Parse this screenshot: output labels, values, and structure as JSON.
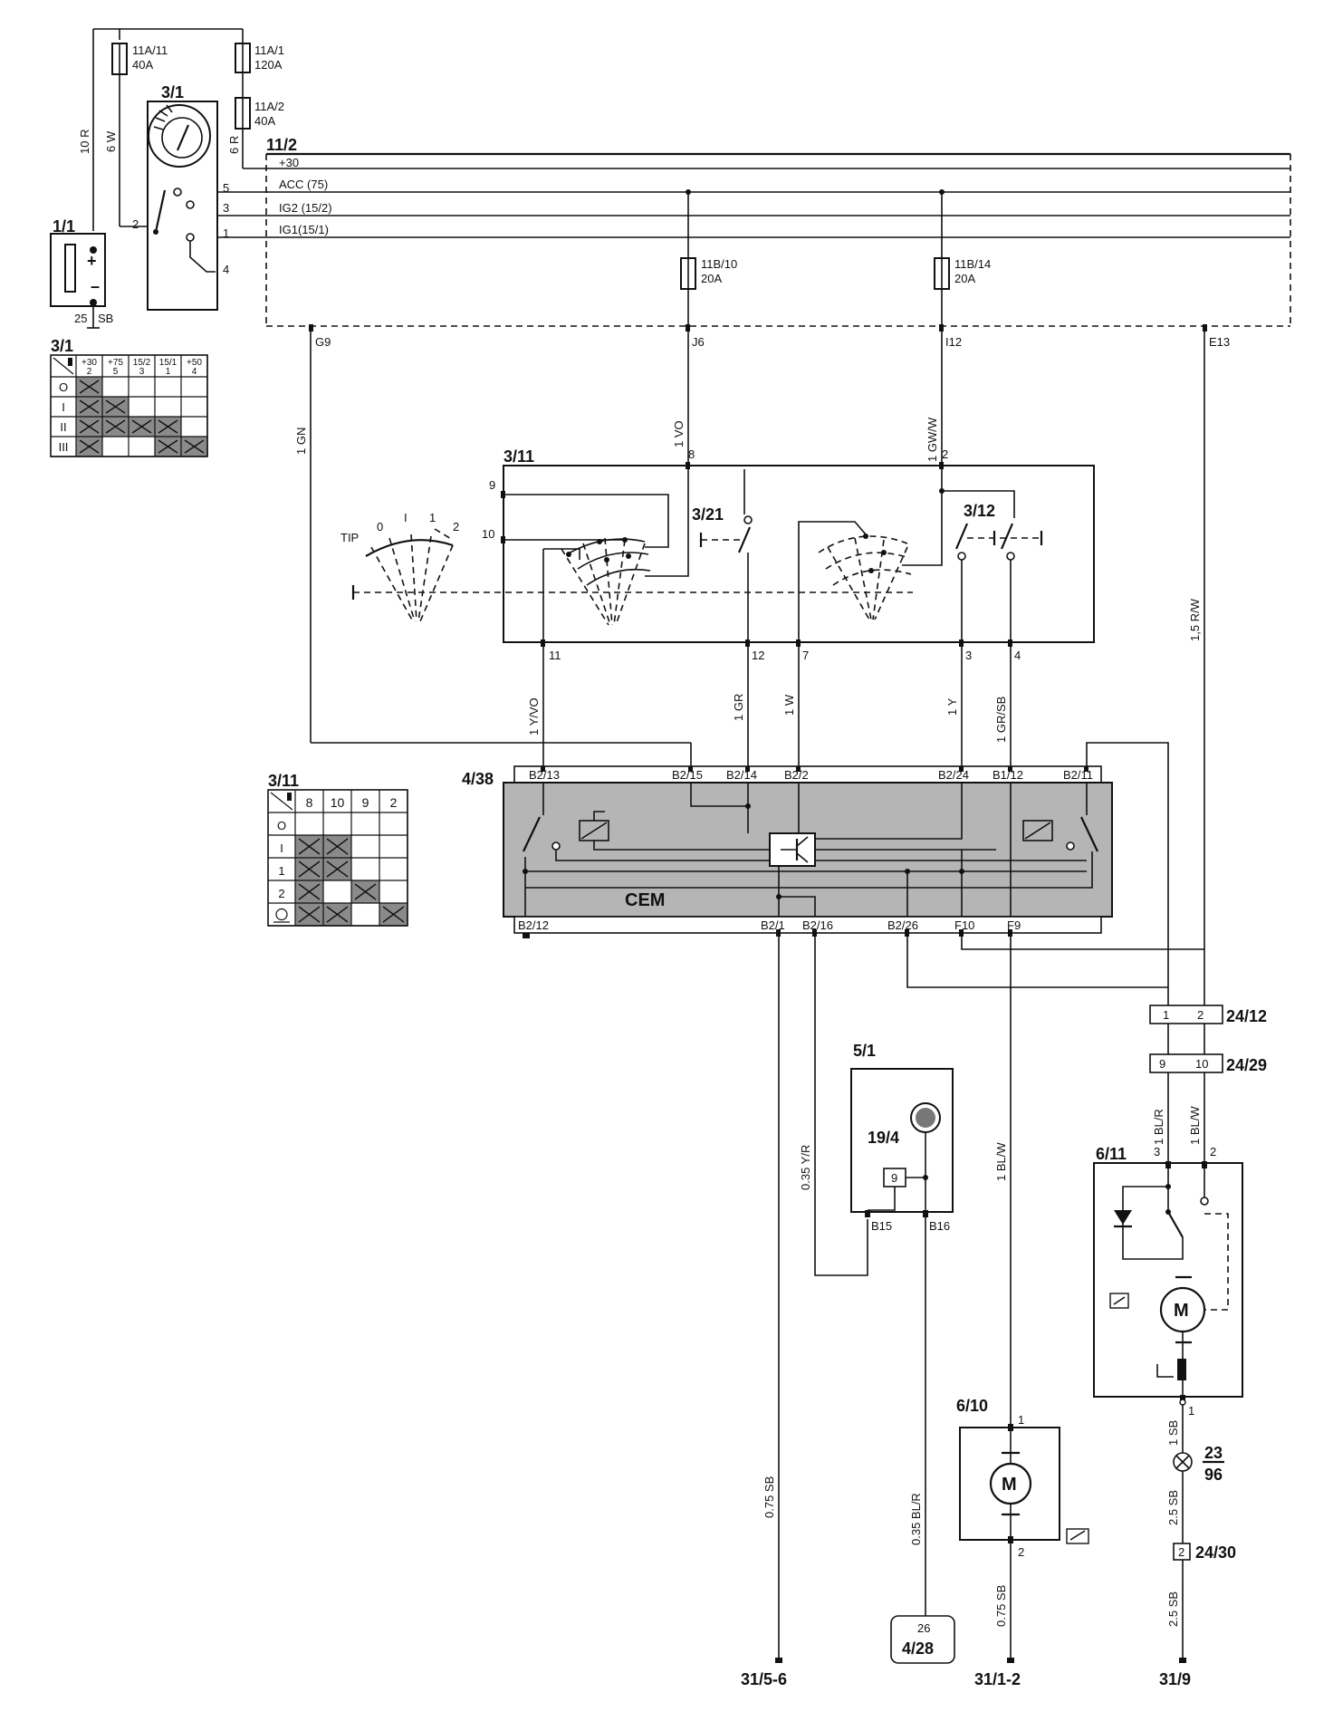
{
  "components": {
    "battery": "1/1",
    "ignition_switch": "3/1",
    "ignition_table_title": "3/1",
    "wiper_switch": "3/11",
    "wiper_table_title": "3/11",
    "washer_switch_front": "3/21",
    "washer_switch_rear": "3/12",
    "cem": "4/38",
    "cem_name": "CEM",
    "power_bus": "11/2",
    "instrument_panel": "5/1",
    "indicator": "19/4",
    "indicator_pin": "9",
    "wiper_motor": "6/11",
    "washer_motor": "6/10",
    "junction_label_num": "23",
    "junction_label_den": "96",
    "motor_symbol": "M"
  },
  "fuses": {
    "f1": {
      "id": "11A/11",
      "rating": "40A"
    },
    "f2": {
      "id": "11A/1",
      "rating": "120A"
    },
    "f3": {
      "id": "11A/2",
      "rating": "40A"
    },
    "f4": {
      "id": "11B/10",
      "rating": "20A"
    },
    "f5": {
      "id": "11B/14",
      "rating": "20A"
    }
  },
  "bus_lines": {
    "b30": "+30",
    "acc": "ACC (75)",
    "ig2": "IG2 (15/2)",
    "ig1": "IG1(15/1)"
  },
  "pins": {
    "sw_5": "5",
    "sw_3": "3",
    "sw_1": "1",
    "sw_4": "4",
    "sw_2": "2",
    "bus_g9": "G9",
    "bus_j6": "J6",
    "bus_i12": "I12",
    "bus_e13": "E13",
    "ws_8": "8",
    "ws_2": "2",
    "ws_9": "9",
    "ws_10": "10",
    "ws_11": "11",
    "ws_12": "12",
    "ws_7": "7",
    "ws_3": "3",
    "ws_4": "4",
    "cem_b213": "B2/13",
    "cem_b215": "B2/15",
    "cem_b214": "B2/14",
    "cem_b22": "B2/2",
    "cem_b224": "B2/24",
    "cem_b112": "B1/12",
    "cem_b211": "B2/11",
    "cem_b212": "B2/12",
    "cem_b21": "B2/1",
    "cem_b216": "B2/16",
    "cem_b226": "B2/26",
    "cem_f10": "F10",
    "cem_f9": "F9",
    "ip_b15": "B15",
    "ip_b16": "B16",
    "c2412_1": "1",
    "c2412_2": "2",
    "c2429_9": "9",
    "c2429_10": "10",
    "wm_3": "3",
    "wm_2": "2",
    "wm_1": "1",
    "mm_1": "1",
    "mm_2": "2",
    "c2430_2": "2",
    "tip": "TIP",
    "pos_0": "0",
    "pos_I": "I",
    "pos_1": "1",
    "pos_2": "2"
  },
  "wires": {
    "w10r": "10 R",
    "w6w": "6 W",
    "w6r": "6 R",
    "w25sb": "25",
    "w25sb_c": "SB",
    "w1gn": "1 GN",
    "w1vo": "1 VO",
    "w1gww": "1 GW/W",
    "w15rw": "1,5 R/W",
    "w1yvo": "1 Y/VO",
    "w1gr": "1 GR",
    "w1w": "1 W",
    "w1y": "1 Y",
    "w1grsb": "1 GR/SB",
    "w035yr": "0.35 Y/R",
    "w1blw": "1 BL/W",
    "w1blr": "1 BL/R",
    "w1blw2": "1 BL/W",
    "w075sb_a": "0.75 SB",
    "w035blr": "0.35 BL/R",
    "w075sb_b": "0.75 SB",
    "w1sb": "1 SB",
    "w25sb_a": "2.5 SB",
    "w25sb_b": "2.5 SB"
  },
  "connectors": {
    "c2412": "24/12",
    "c2429": "24/29",
    "c2430": "24/30",
    "pin26": "26",
    "c428": "4/28"
  },
  "grounds": {
    "g1": "31/5-6",
    "g2": "31/1-2",
    "g3": "31/9"
  },
  "ign_table": {
    "headers": [
      "+30",
      "+75",
      "15/2",
      "15/1",
      "+50"
    ],
    "subheaders": [
      "2",
      "5",
      "3",
      "1",
      "4"
    ],
    "rows": [
      "O",
      "I",
      "II",
      "III"
    ],
    "active": [
      [
        1,
        0,
        0,
        0,
        0
      ],
      [
        1,
        1,
        0,
        0,
        0
      ],
      [
        1,
        1,
        1,
        1,
        0
      ],
      [
        1,
        0,
        0,
        1,
        1
      ]
    ]
  },
  "wiper_table": {
    "headers": [
      "8",
      "10",
      "9",
      "2"
    ],
    "rows": [
      "O",
      "I",
      "1",
      "2"
    ],
    "active": [
      [
        0,
        0,
        0,
        0
      ],
      [
        1,
        1,
        0,
        0
      ],
      [
        1,
        1,
        0,
        0
      ],
      [
        1,
        0,
        1,
        0
      ],
      [
        1,
        1,
        0,
        1
      ]
    ]
  }
}
